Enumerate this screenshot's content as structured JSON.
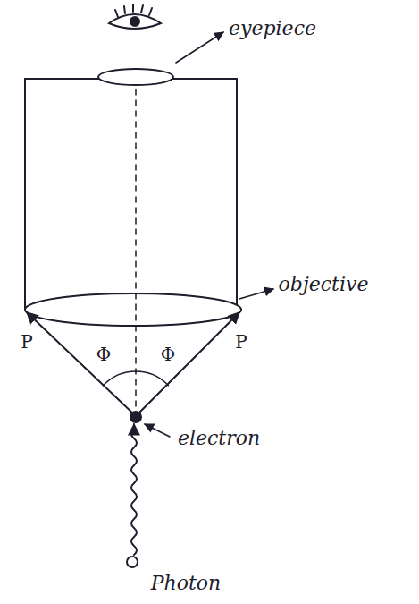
{
  "diagram": {
    "labels": [
      "eyepiece",
      "objective",
      "P",
      "P",
      "Φ",
      "Φ",
      "electron",
      "Photon"
    ]
  }
}
